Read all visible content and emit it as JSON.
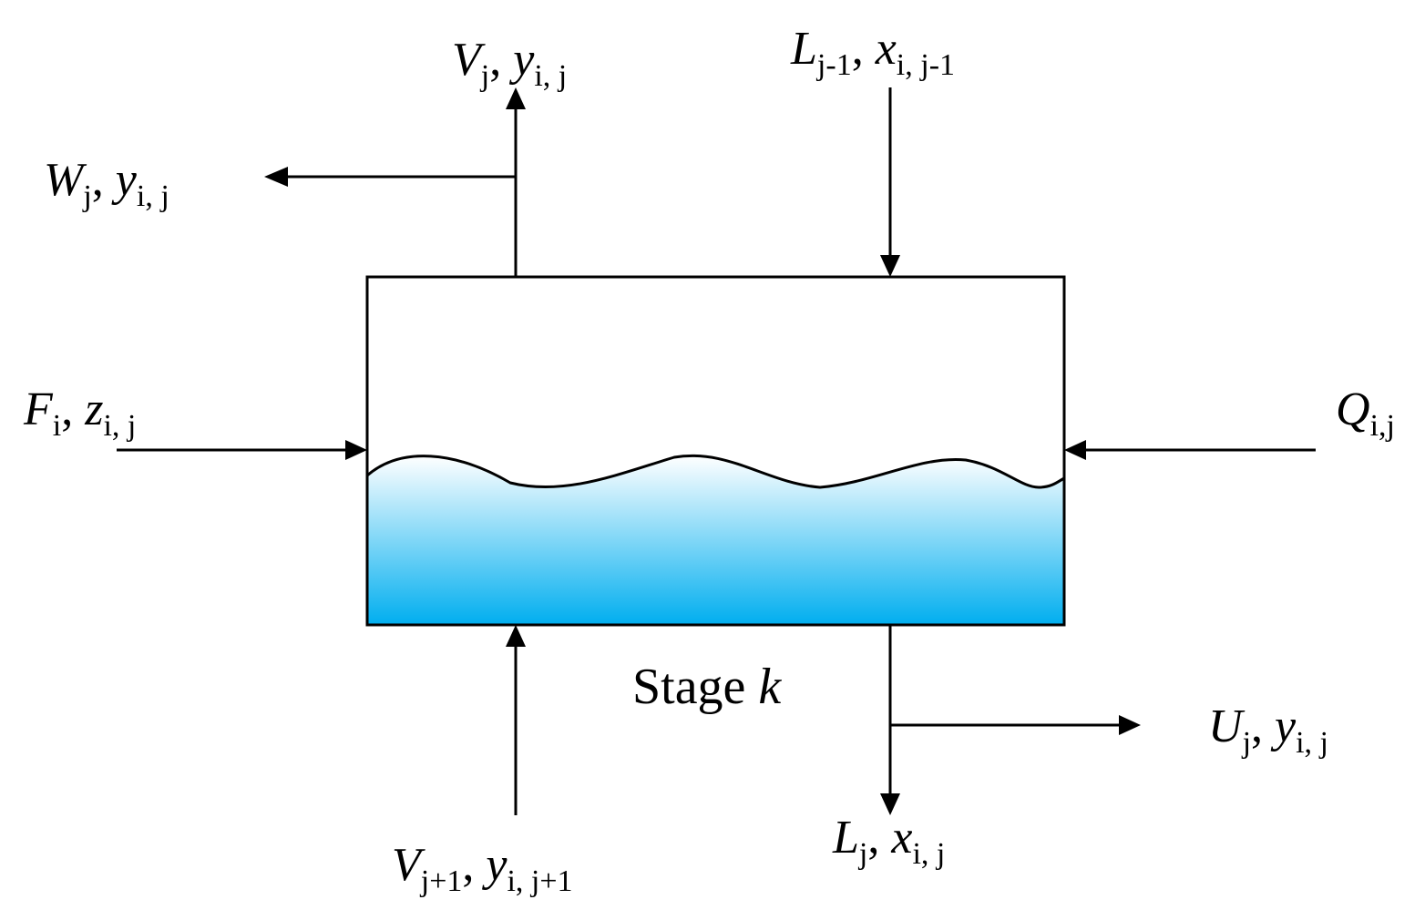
{
  "stage": {
    "label": "Stage",
    "index": "k"
  },
  "liquid_gradient": {
    "top": "#ffffff",
    "bottom": "#00aeef"
  },
  "streams": {
    "vapor_out": {
      "var": "V",
      "sub": "j",
      "comp": "y",
      "comp_sub": "i, j"
    },
    "side_vapor": {
      "var": "W",
      "sub": "j",
      "comp": "y",
      "comp_sub": "i, j"
    },
    "liquid_in": {
      "var": "L",
      "sub": "j-1",
      "comp": "x",
      "comp_sub": "i, j-1"
    },
    "feed": {
      "var": "F",
      "sub": "i",
      "comp": "z",
      "comp_sub": "i, j"
    },
    "heat": {
      "var": "Q",
      "sub": "i,j"
    },
    "side_liquid": {
      "var": "U",
      "sub": "j",
      "comp": "y",
      "comp_sub": "i, j"
    },
    "liquid_out": {
      "var": "L",
      "sub": "j",
      "comp": "x",
      "comp_sub": "i, j"
    },
    "vapor_in": {
      "var": "V",
      "sub": "j+1",
      "comp": "y",
      "comp_sub": "i, j+1"
    }
  }
}
